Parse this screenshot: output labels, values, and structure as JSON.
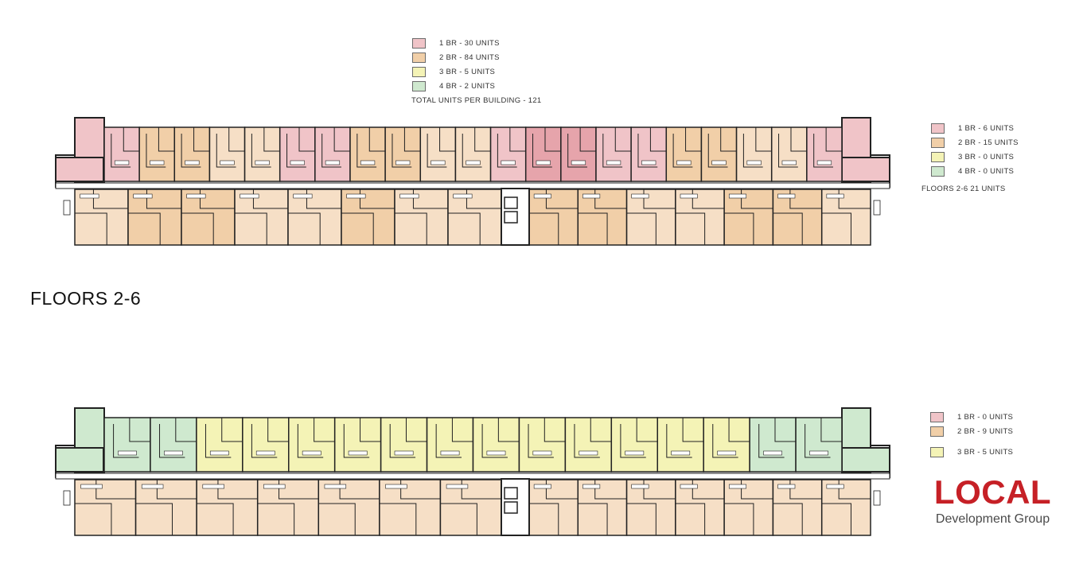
{
  "colors": {
    "br1": "#f0c4c8",
    "br1_dark": "#e6a4ab",
    "br2": "#f1cfa8",
    "br2_light": "#f6dfc6",
    "br3": "#f4f3b6",
    "br4": "#cfe9cf",
    "corridor": "#ffffff",
    "wall": "#222222",
    "brand_red": "#c62026"
  },
  "summary_legend": {
    "items": [
      {
        "label": "1 BR - 30 UNITS",
        "color": "#f0c4c8"
      },
      {
        "label": "2 BR - 84 UNITS",
        "color": "#f1cfa8"
      },
      {
        "label": "3 BR - 5 UNITS",
        "color": "#f4f3b6"
      },
      {
        "label": "4 BR - 2 UNITS",
        "color": "#cfe9cf"
      }
    ],
    "total": "TOTAL UNITS PER BUILDING - 121"
  },
  "floors_legend": {
    "items": [
      {
        "label": "1 BR - 6 UNITS",
        "color": "#f0c4c8"
      },
      {
        "label": "2 BR - 15 UNITS",
        "color": "#f1cfa8"
      },
      {
        "label": "3 BR - 0 UNITS",
        "color": "#f4f3b6"
      },
      {
        "label": "4 BR - 0 UNITS",
        "color": "#cfe9cf"
      }
    ],
    "note": "FLOORS 2-6  21 UNITS"
  },
  "ground_legend": {
    "items": [
      {
        "label": "1 BR - 0 UNITS",
        "color": "#f0c4c8"
      },
      {
        "label": "2 BR - 9 UNITS",
        "color": "#f1cfa8"
      },
      {
        "label": "3 BR - 5 UNITS",
        "color": "#f4f3b6"
      }
    ]
  },
  "floors_label": "FLOORS 2-6",
  "brand": {
    "name": "LOCAL",
    "tagline": "Development Group"
  },
  "upper_plan": {
    "north_units": [
      "br1",
      "br2",
      "br2",
      "br2_light",
      "br2_light",
      "br1",
      "br1",
      "br2",
      "br2",
      "br2_light",
      "br2_light",
      "br1",
      "br1_dark",
      "br1_dark",
      "br1",
      "br1",
      "br2",
      "br2",
      "br2_light",
      "br2_light",
      "br1"
    ],
    "south_units": [
      "br2_light",
      "br2",
      "br2",
      "br2_light",
      "br2_light",
      "br2",
      "br2_light",
      "br2_light",
      "br2",
      "br2",
      "br2_light",
      "br2_light",
      "br2",
      "br2",
      "br2_light"
    ]
  },
  "ground_plan": {
    "north_units": [
      "br4",
      "br4",
      "br3",
      "br3",
      "br3",
      "br3",
      "br3",
      "br3",
      "br3",
      "br3",
      "br3",
      "br3",
      "br3",
      "br3",
      "br4",
      "br4"
    ],
    "south_units": [
      "br2_light",
      "br2_light",
      "br2_light",
      "br2_light",
      "br2_light",
      "br2_light",
      "br2_light",
      "br2_light",
      "br2_light",
      "br2_light",
      "br2_light",
      "br2_light",
      "br2_light",
      "br2_light"
    ]
  }
}
